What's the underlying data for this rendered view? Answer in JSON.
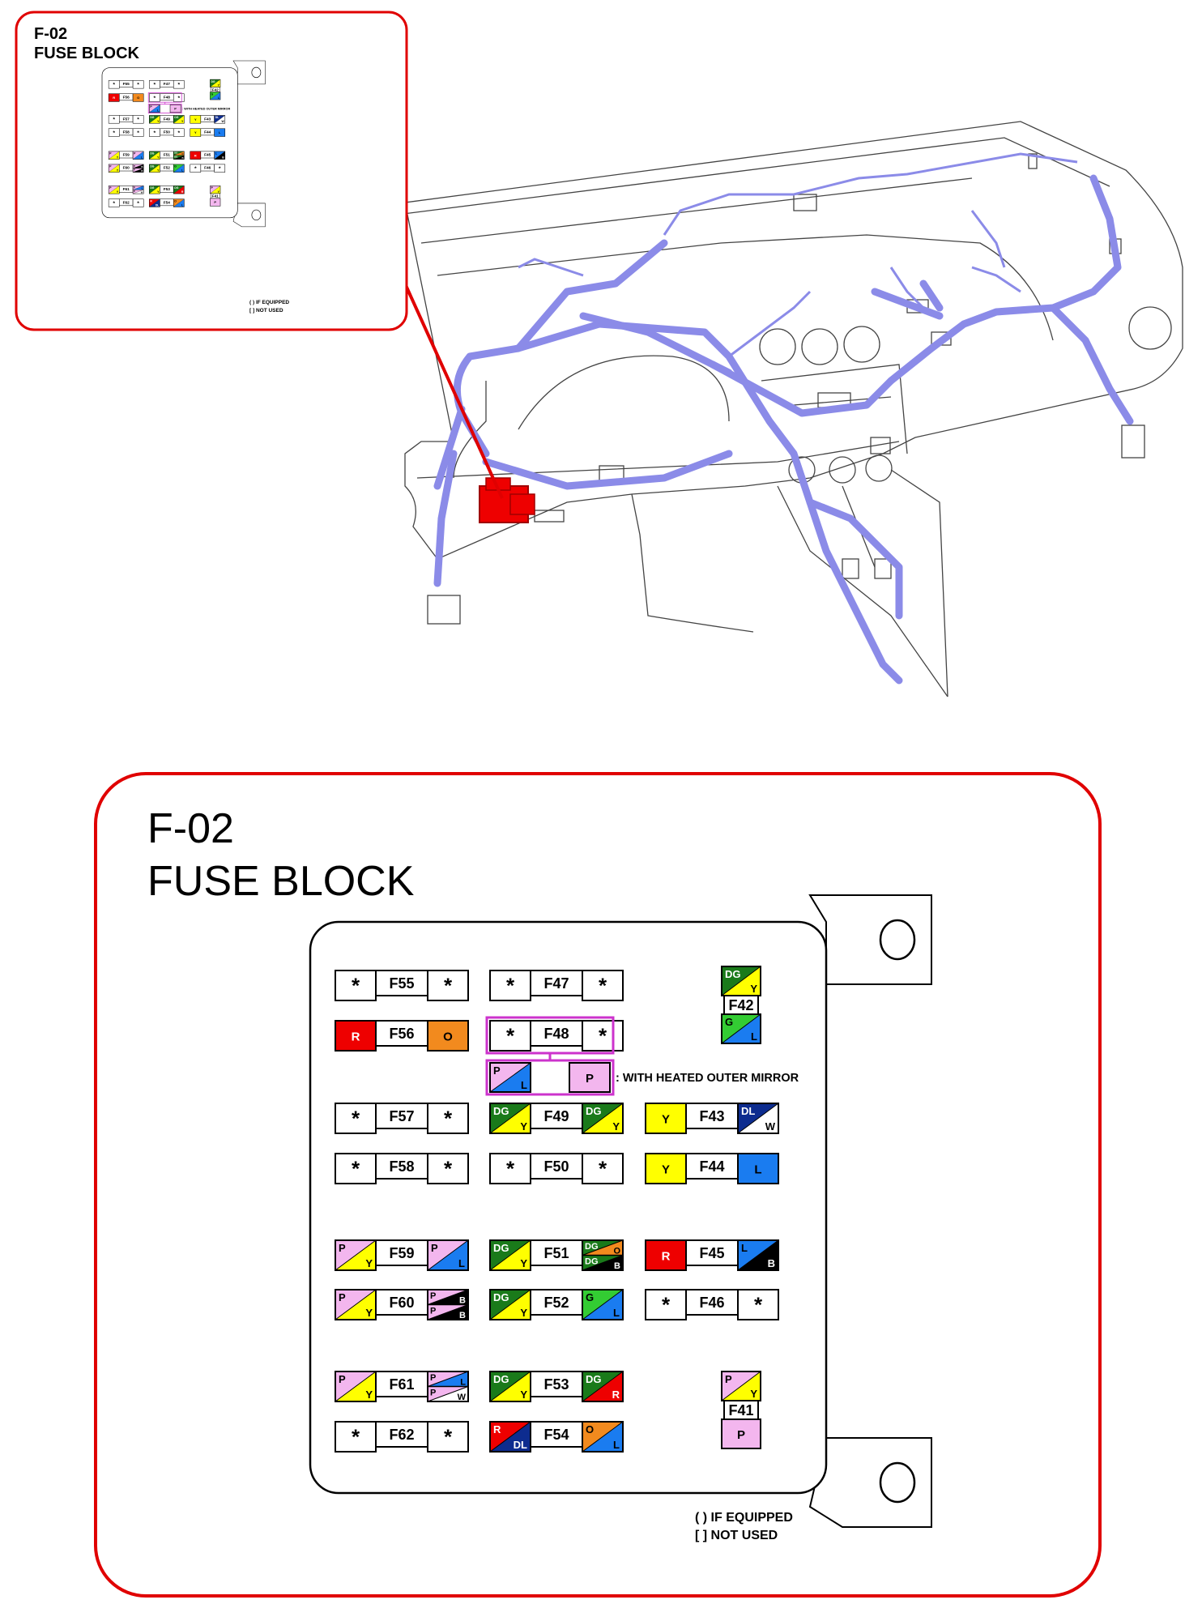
{
  "colors": {
    "R": "#ee0000",
    "O": "#f28a1e",
    "Y": "#ffff00",
    "G": "#33cc33",
    "DG": "#1a7a1a",
    "L": "#1a7cf0",
    "DL": "#0d2c8f",
    "P": "#f3b6ee",
    "W": "#ffffff",
    "B": "#000000",
    "frame": "#e00000",
    "harness": "#8b8be8",
    "highlight": "#cc33cc"
  },
  "inset": {
    "code": "F-02",
    "title": "FUSE BLOCK",
    "note": "WITH HEATED OUTER MIRROR"
  },
  "main": {
    "code": "F-02",
    "title": "FUSE BLOCK"
  },
  "legend": {
    "equipped": "( ) IF EQUIPPED",
    "not_used": "[ ] NOT USED"
  },
  "heated_note": ": WITH HEATED OUTER MIRROR",
  "fuses_horizontal": [
    {
      "id": "F55",
      "left": {
        "type": "star"
      },
      "right": {
        "type": "star"
      }
    },
    {
      "id": "F56",
      "left": {
        "type": "solid",
        "c": "R",
        "t": "R"
      },
      "right": {
        "type": "solid",
        "c": "O",
        "t": "O"
      }
    },
    {
      "id": "F57",
      "left": {
        "type": "star"
      },
      "right": {
        "type": "star"
      }
    },
    {
      "id": "F58",
      "left": {
        "type": "star"
      },
      "right": {
        "type": "star"
      }
    },
    {
      "id": "F59",
      "left": {
        "type": "diag",
        "c1": "P",
        "t1": "P",
        "c2": "Y",
        "t2": "Y"
      },
      "right": {
        "type": "diag",
        "c1": "P",
        "t1": "P",
        "c2": "L",
        "t2": "L"
      }
    },
    {
      "id": "F60",
      "left": {
        "type": "diag",
        "c1": "P",
        "t1": "P",
        "c2": "Y",
        "t2": "Y"
      },
      "right": {
        "type": "split",
        "top": {
          "c1": "P",
          "t1": "P",
          "c2": "B",
          "t2": "B"
        },
        "bottom": {
          "c1": "P",
          "t1": "P",
          "c2": "B",
          "t2": "B"
        }
      }
    },
    {
      "id": "F61",
      "left": {
        "type": "diag",
        "c1": "P",
        "t1": "P",
        "c2": "Y",
        "t2": "Y"
      },
      "right": {
        "type": "split",
        "top": {
          "c1": "P",
          "t1": "P",
          "c2": "L",
          "t2": "L"
        },
        "bottom": {
          "c1": "P",
          "t1": "P",
          "c2": "W",
          "t2": "W"
        }
      }
    },
    {
      "id": "F62",
      "left": {
        "type": "star"
      },
      "right": {
        "type": "star"
      }
    },
    {
      "id": "F47",
      "left": {
        "type": "star"
      },
      "right": {
        "type": "star"
      }
    },
    {
      "id": "F48",
      "left": {
        "type": "star"
      },
      "right": {
        "type": "star"
      }
    },
    {
      "id": "F49",
      "left": {
        "type": "diag",
        "c1": "DG",
        "t1": "DG",
        "c2": "Y",
        "t2": "Y"
      },
      "right": {
        "type": "diag",
        "c1": "DG",
        "t1": "DG",
        "c2": "Y",
        "t2": "Y"
      }
    },
    {
      "id": "F50",
      "left": {
        "type": "star"
      },
      "right": {
        "type": "star"
      }
    },
    {
      "id": "F51",
      "left": {
        "type": "diag",
        "c1": "DG",
        "t1": "DG",
        "c2": "Y",
        "t2": "Y"
      },
      "right": {
        "type": "split",
        "top": {
          "c1": "DG",
          "t1": "DG",
          "c2": "O",
          "t2": "O"
        },
        "bottom": {
          "c1": "DG",
          "t1": "DG",
          "c2": "B",
          "t2": "B"
        }
      }
    },
    {
      "id": "F52",
      "left": {
        "type": "diag",
        "c1": "DG",
        "t1": "DG",
        "c2": "Y",
        "t2": "Y"
      },
      "right": {
        "type": "diag",
        "c1": "G",
        "t1": "G",
        "c2": "L",
        "t2": "L"
      }
    },
    {
      "id": "F53",
      "left": {
        "type": "diag",
        "c1": "DG",
        "t1": "DG",
        "c2": "Y",
        "t2": "Y"
      },
      "right": {
        "type": "diag",
        "c1": "DG",
        "t1": "DG",
        "c2": "R",
        "t2": "R"
      }
    },
    {
      "id": "F54",
      "left": {
        "type": "diag",
        "c1": "R",
        "t1": "R",
        "c2": "DL",
        "t2": "DL"
      },
      "right": {
        "type": "diag",
        "c1": "O",
        "t1": "O",
        "c2": "L",
        "t2": "L"
      }
    },
    {
      "id": "F43",
      "left": {
        "type": "solid",
        "c": "Y",
        "t": "Y"
      },
      "right": {
        "type": "diag",
        "c1": "DL",
        "t1": "DL",
        "c2": "W",
        "t2": "W"
      }
    },
    {
      "id": "F44",
      "left": {
        "type": "solid",
        "c": "Y",
        "t": "Y"
      },
      "right": {
        "type": "solid",
        "c": "L",
        "t": "L"
      }
    },
    {
      "id": "F45",
      "left": {
        "type": "solid",
        "c": "R",
        "t": "R"
      },
      "right": {
        "type": "diag",
        "c1": "L",
        "t1": "L",
        "c2": "B",
        "t2": "B"
      }
    },
    {
      "id": "F46",
      "left": {
        "type": "star"
      },
      "right": {
        "type": "star"
      }
    }
  ],
  "fuses_vertical": [
    {
      "id": "F42",
      "top": {
        "type": "diag",
        "c1": "DG",
        "t1": "DG",
        "c2": "Y",
        "t2": "Y"
      },
      "bottom": {
        "type": "diag",
        "c1": "G",
        "t1": "G",
        "c2": "L",
        "t2": "L"
      }
    },
    {
      "id": "F41",
      "top": {
        "type": "diag",
        "c1": "P",
        "t1": "P",
        "c2": "Y",
        "t2": "Y"
      },
      "bottom": {
        "type": "solid",
        "c": "P",
        "t": "P"
      }
    }
  ],
  "heated_mirror_terminals": {
    "left": {
      "type": "diag",
      "c1": "P",
      "t1": "P",
      "c2": "L",
      "t2": "L"
    },
    "right": {
      "type": "solid",
      "c": "P",
      "t": "P"
    }
  }
}
